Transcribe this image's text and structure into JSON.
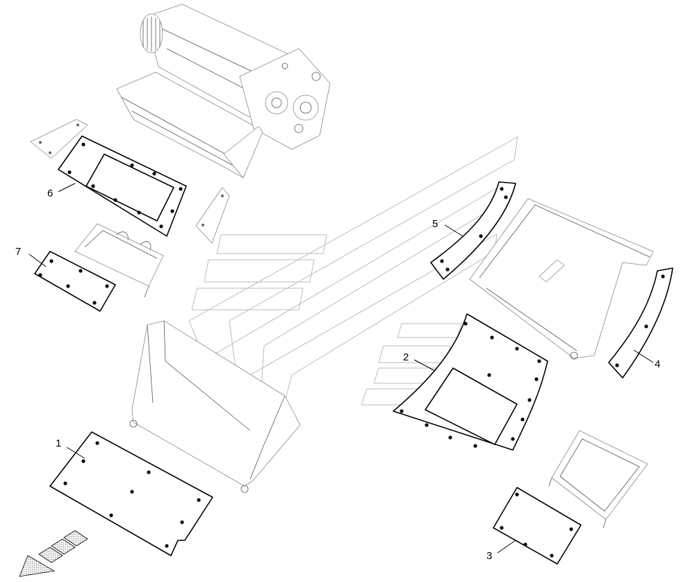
{
  "diagram": {
    "callouts": [
      {
        "id": "1",
        "label": "1"
      },
      {
        "id": "2",
        "label": "2"
      },
      {
        "id": "3",
        "label": "3"
      },
      {
        "id": "4",
        "label": "4"
      },
      {
        "id": "5",
        "label": "5"
      },
      {
        "id": "6",
        "label": "6"
      },
      {
        "id": "7",
        "label": "7"
      }
    ],
    "colors": {
      "line": "#000000",
      "ghost": "#888888",
      "watermark": "#bbbbbb",
      "hatch": "#999999"
    },
    "icons": [
      "direction-arrow-icon",
      "manufacturer-watermark-logo"
    ]
  }
}
